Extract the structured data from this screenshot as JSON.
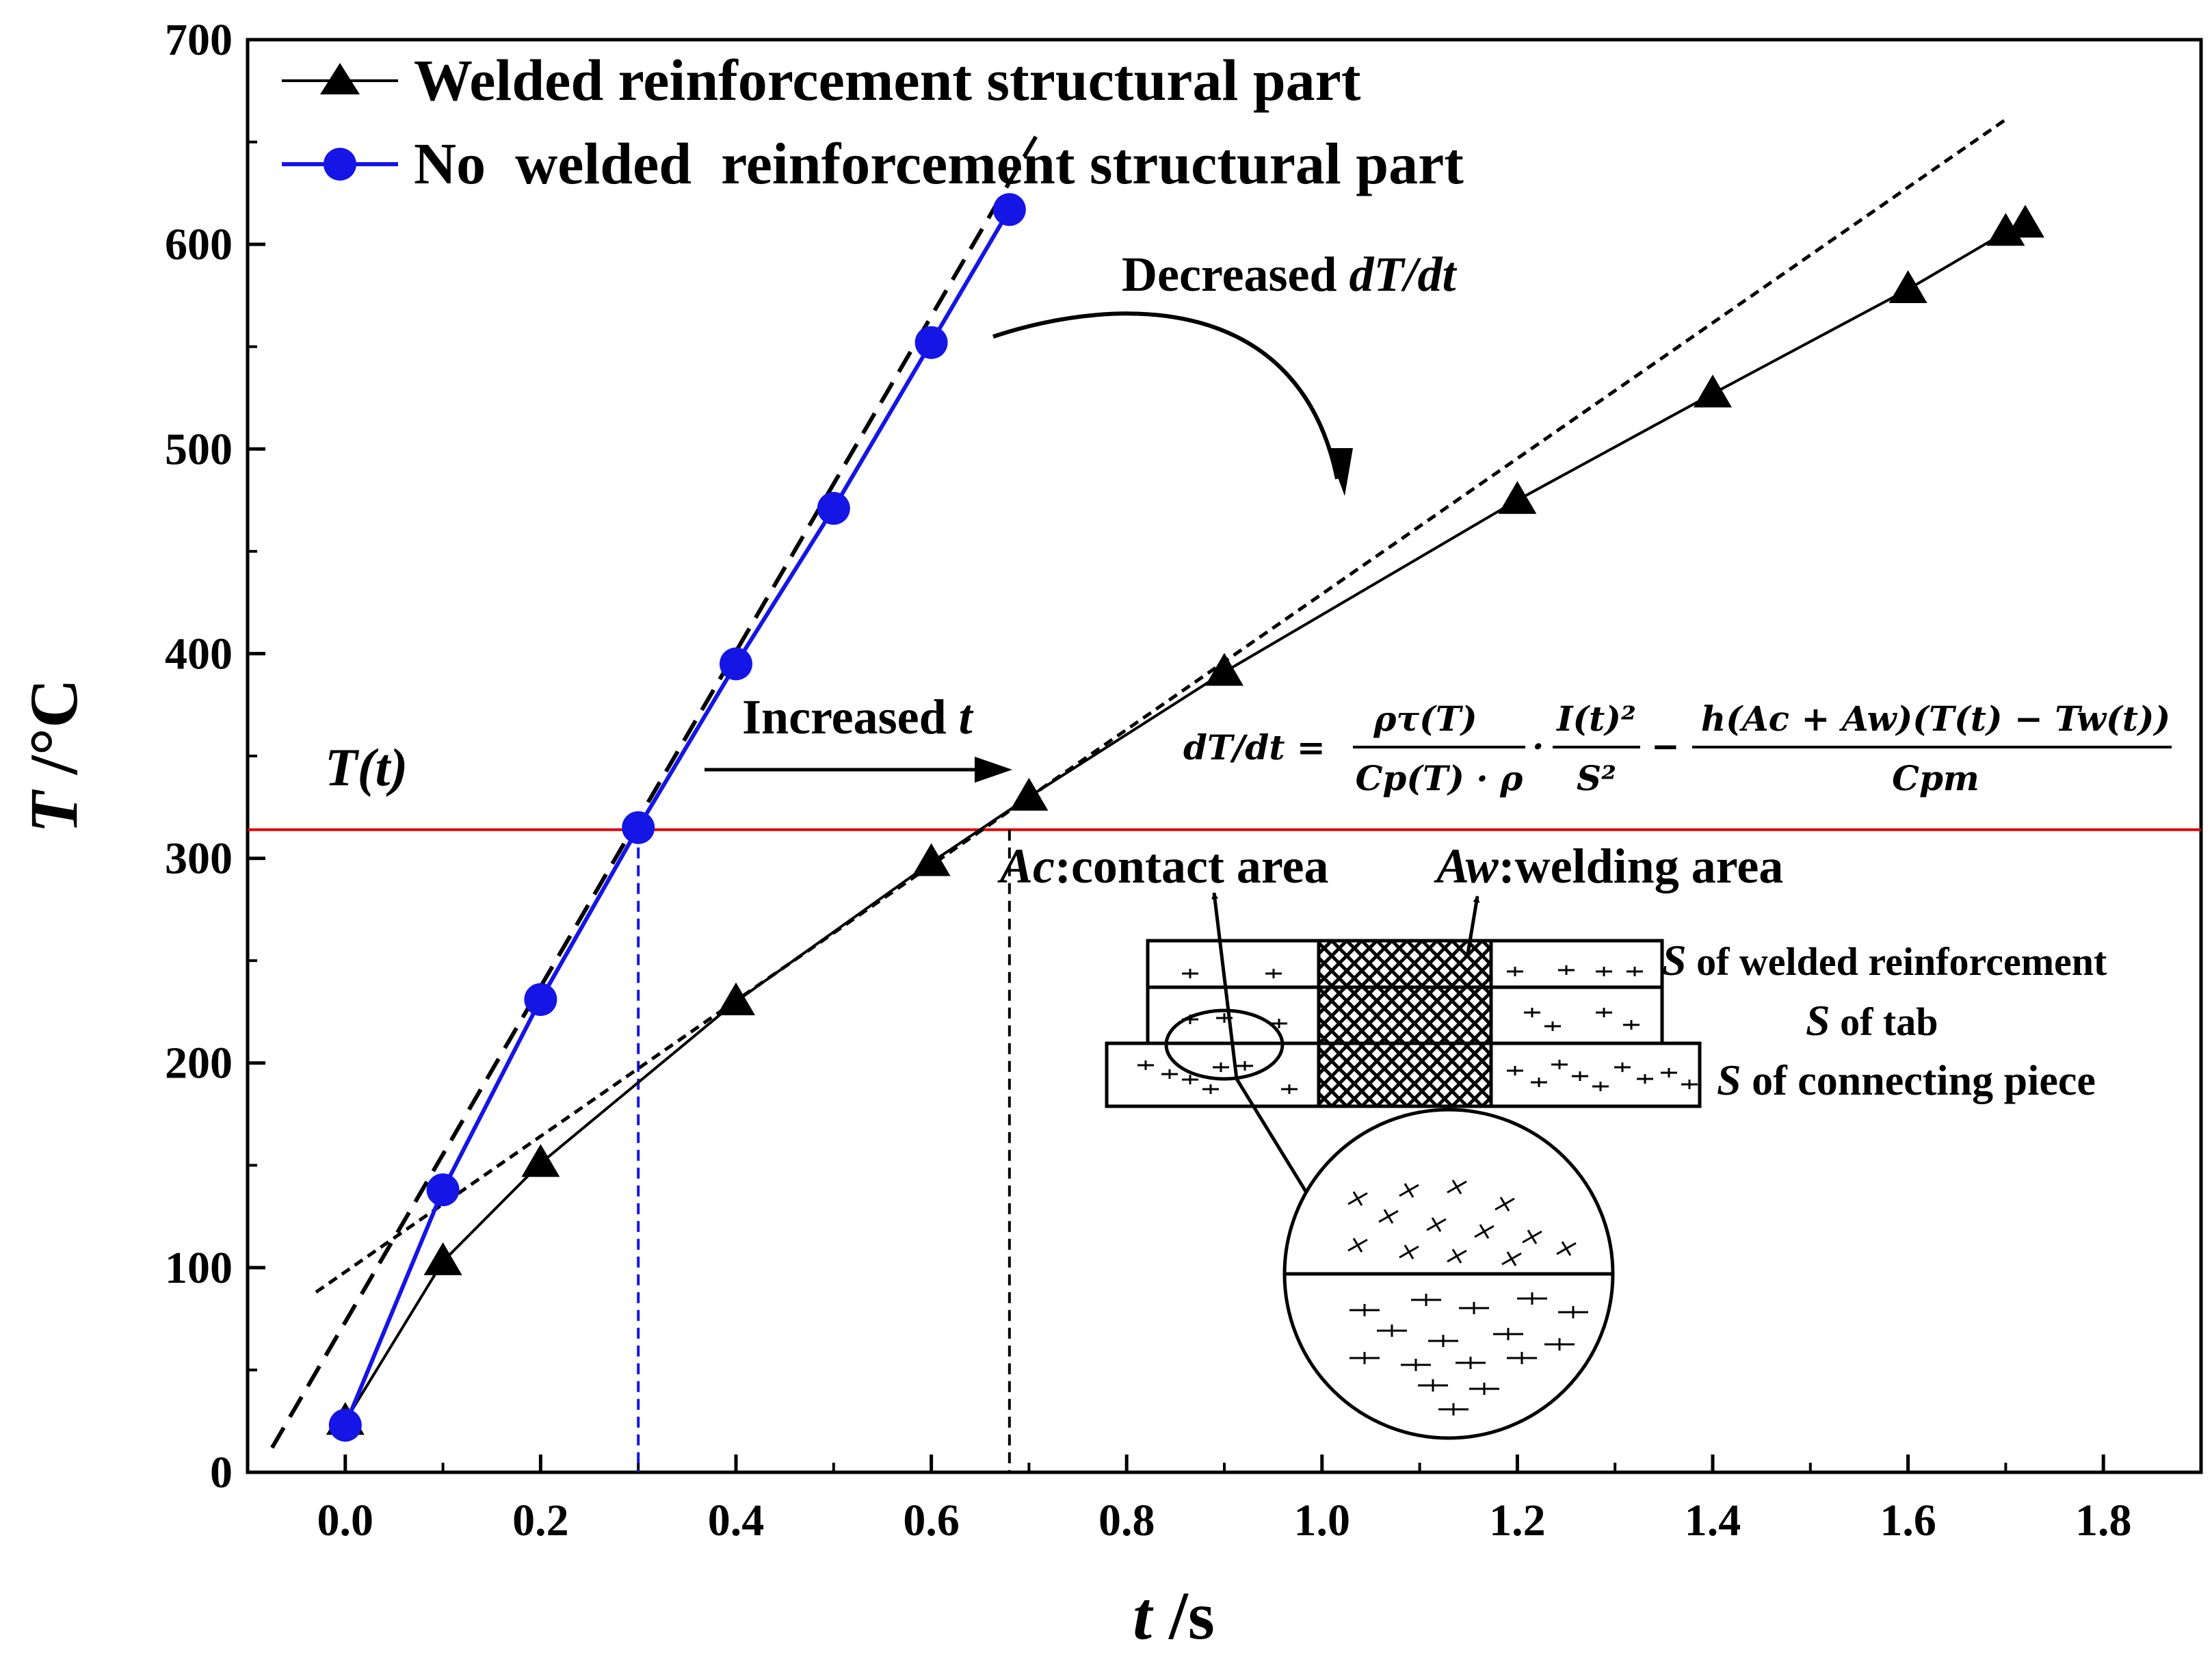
{
  "chart_data": {
    "type": "line",
    "xlabel_var": "t",
    "xlabel_unit": " /s",
    "ylabel_var": "T",
    "ylabel_unit": " /°C",
    "xlim": [
      -0.1,
      1.9
    ],
    "ylim": [
      0,
      700
    ],
    "x_ticks": [
      "0.0",
      "0.2",
      "0.4",
      "0.6",
      "0.8",
      "1.0",
      "1.2",
      "1.4",
      "1.6",
      "1.8"
    ],
    "y_ticks": [
      "0",
      "100",
      "200",
      "300",
      "400",
      "500",
      "600",
      "700"
    ],
    "series": [
      {
        "name": "Welded reinforcement structural part",
        "marker": "triangle",
        "color": "#000000",
        "x": [
          0.0,
          0.1,
          0.2,
          0.4,
          0.6,
          0.7,
          0.9,
          1.2,
          1.4,
          1.6,
          1.7,
          1.72
        ],
        "y": [
          25,
          103,
          151,
          230,
          298,
          330,
          391,
          475,
          527,
          578,
          606,
          610
        ]
      },
      {
        "name": "No  welded  reinforcement structural part",
        "marker": "circle",
        "color": "#1515e6",
        "x": [
          0.0,
          0.1,
          0.2,
          0.3,
          0.4,
          0.5,
          0.6,
          0.68
        ],
        "y": [
          23,
          138,
          231,
          315,
          395,
          471,
          552,
          617
        ]
      }
    ],
    "fit_lines": [
      {
        "style": "dashed",
        "color": "#000000",
        "x": [
          -0.075,
          0.71
        ],
        "y": [
          12,
          655
        ]
      },
      {
        "style": "dotted",
        "color": "#000000",
        "x": [
          -0.03,
          1.7
        ],
        "y": [
          88,
          661
        ]
      }
    ],
    "reference_lines": {
      "horizontal_T": 314,
      "horizontal_color": "#e00000",
      "vertical_blue_x": 0.3,
      "vertical_black_x": 0.68
    },
    "annotations": {
      "Tt": "T(t)",
      "decreased_prefix": "Decreased ",
      "decreased_var": "dT/dt",
      "increased_prefix": "Increased ",
      "increased_var": "t",
      "formula_lhs": "dT/dt =",
      "formula_f1_num": "ρτ(T)",
      "formula_f1_den": "Cp(T) · ρ",
      "formula_dot": "·",
      "formula_f2_num": "I(t)²",
      "formula_f2_den": "S²",
      "formula_minus": "−",
      "formula_f3_num": "h(Ac + Aw)(T(t) − Tw(t))",
      "formula_f3_den": "Cpm",
      "ac_var": "Ac",
      "ac_text": ":contact area",
      "aw_var": "Aw",
      "aw_text": ":welding area",
      "s_var": "S",
      "s_welded_text": " of welded reinforcement",
      "s_tab_text": " of tab",
      "s_conn_text": " of connecting piece"
    }
  }
}
